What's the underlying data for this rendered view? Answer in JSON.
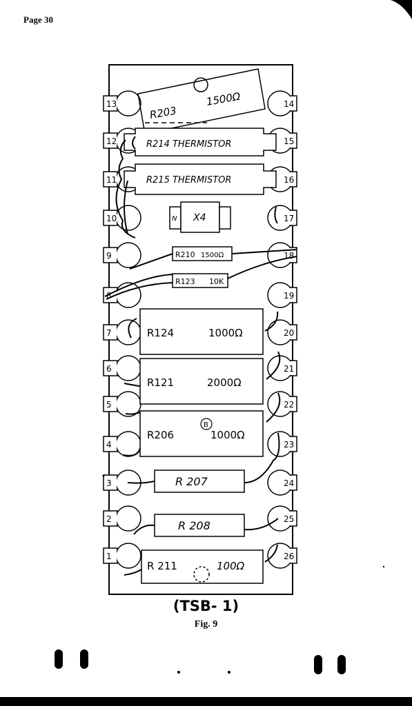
{
  "page": {
    "label": "Page 30"
  },
  "figure": {
    "board_label": "(TSB- 1)",
    "caption": "Fig. 9"
  },
  "terminals_left": [
    "13",
    "12",
    "11",
    "10",
    "9",
    "8",
    "7",
    "6",
    "5",
    "4",
    "3",
    "2",
    "1"
  ],
  "terminals_right": [
    "14",
    "15",
    "16",
    "17",
    "18",
    "19",
    "20",
    "21",
    "22",
    "23",
    "24",
    "25",
    "26"
  ],
  "components": {
    "r203": {
      "ref": "R203",
      "value": "1500Ω"
    },
    "r214": {
      "ref": "R214 THERMISTOR"
    },
    "r215": {
      "ref": "R215 THERMISTOR"
    },
    "x4": {
      "ref": "X4",
      "pin": "N"
    },
    "r210": {
      "ref": "R210",
      "value": "1500Ω"
    },
    "r123": {
      "ref": "R123",
      "value": "10K"
    },
    "r124": {
      "ref": "R124",
      "value": "1000Ω"
    },
    "r121": {
      "ref": "R121",
      "value": "2000Ω"
    },
    "r206": {
      "ref": "R206",
      "value": "1000Ω",
      "marker": "B"
    },
    "r207": {
      "ref": "R 207"
    },
    "r208": {
      "ref": "R 208"
    },
    "r211": {
      "ref": "R 211",
      "value": "100Ω"
    }
  },
  "colors": {
    "ink": "#000000",
    "paper": "#ffffff"
  }
}
